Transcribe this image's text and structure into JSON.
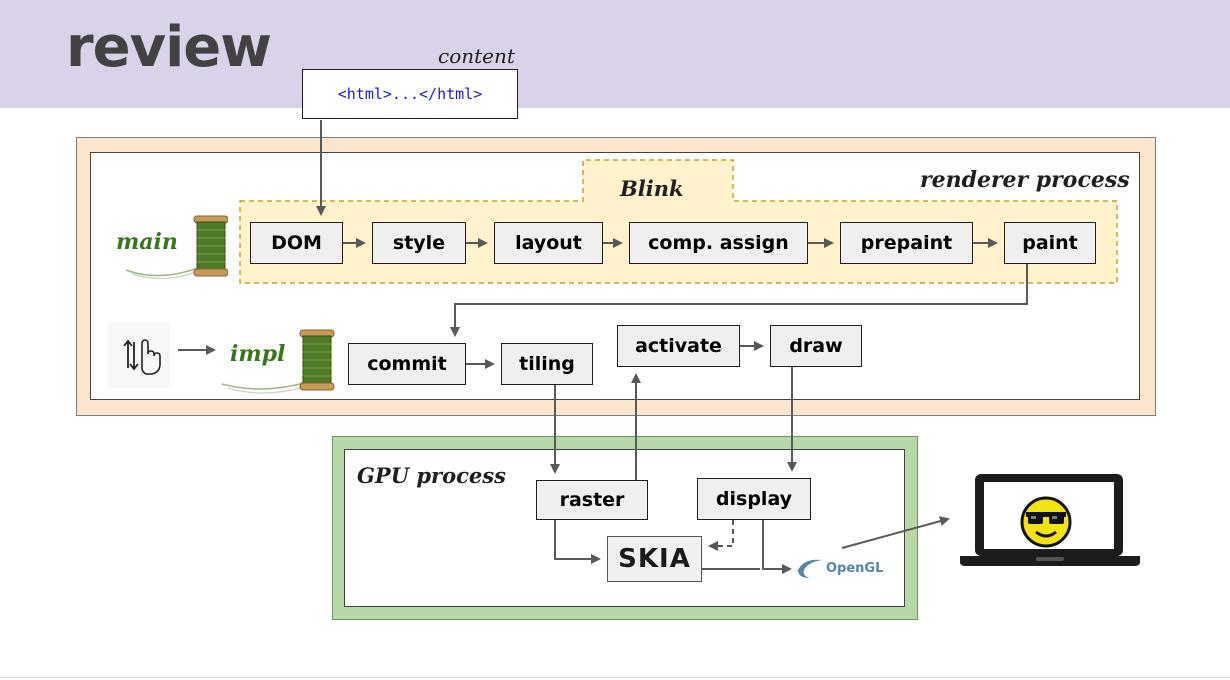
{
  "slide": {
    "title": "review",
    "content_label": "content",
    "html_snippet": "<html>...</html>"
  },
  "renderer": {
    "label": "renderer process",
    "blink_label": "Blink",
    "main_thread_label": "main",
    "impl_thread_label": "impl",
    "main_pipeline": [
      "DOM",
      "style",
      "layout",
      "comp. assign",
      "prepaint",
      "paint"
    ],
    "impl_pipeline": [
      "commit",
      "tiling",
      "activate",
      "draw"
    ]
  },
  "gpu": {
    "label": "GPU process",
    "raster": "raster",
    "display": "display",
    "skia_logo": "SKIA",
    "opengl_logo": "OpenGL"
  },
  "icons": {
    "thread_spool": "thread-spool-icon",
    "input": "scroll-touch-input-icon",
    "laptop": "laptop-icon",
    "smiley": "cool-smiley-icon"
  },
  "colors": {
    "header_band": "#d9d2e9",
    "renderer_fill": "#fce5cd",
    "blink_fill": "#fff2cc",
    "blink_border": "#bf9000",
    "gpu_fill": "#b6d7a8",
    "thread_label": "#38761d",
    "html_text": "#1a1ad4",
    "box_fill": "#efefef",
    "arrow": "#595959"
  }
}
